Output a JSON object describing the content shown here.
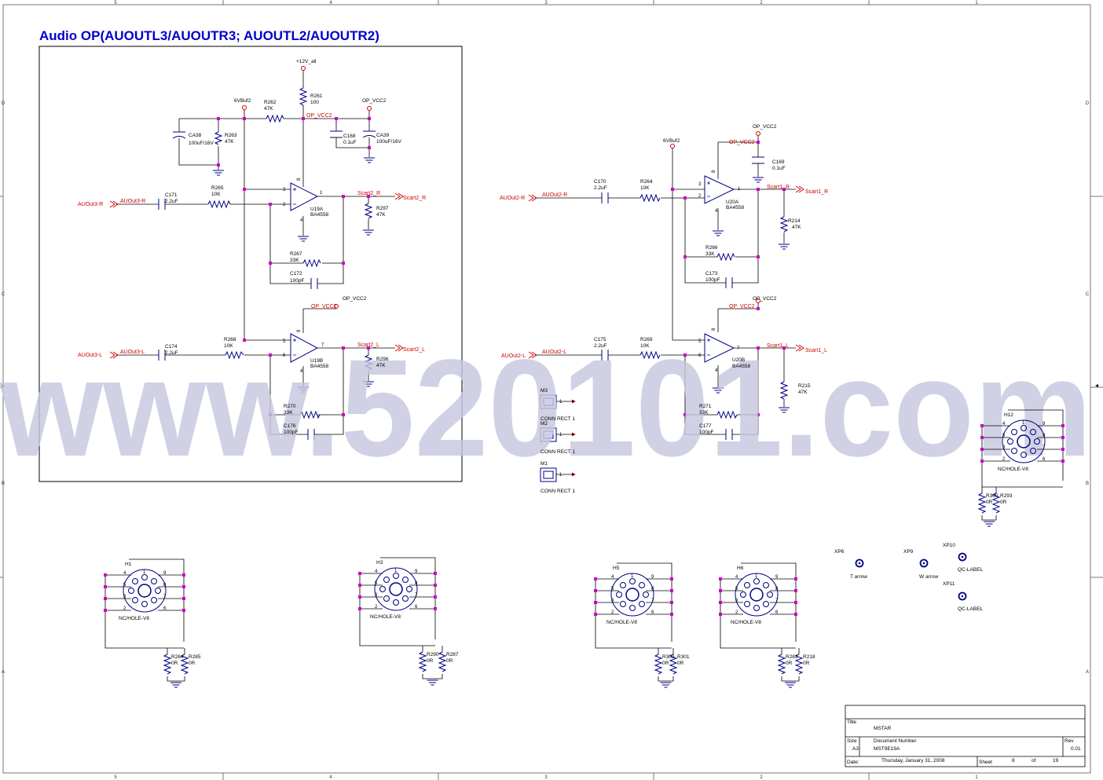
{
  "title": "Audio OP(AUOUTL3/AUOUTR3; AUOUTL2/AUOUTR2)",
  "watermark": "www.520101.com",
  "colors": {
    "wire": "#000000",
    "net": "#cc0000",
    "part": "#000080",
    "dot": "#cc00cc",
    "pin": "#b8860b",
    "watermark": "#c8c8e0"
  },
  "border": {
    "col_labels": [
      "5",
      "4",
      "3",
      "2",
      "1"
    ],
    "row_labels": [
      "D",
      "C",
      "B",
      "A"
    ]
  },
  "power": {
    "v12": "+12V_all",
    "vbuf1": "6VBuf2",
    "vbuf2": "6VBuf2",
    "vcc_a": "OP_VCC2",
    "vcc_b": "OP_VCC2",
    "vcc_c": "OP_VCC2",
    "vcc_d": "OP_VCC2"
  },
  "nets": {
    "op_vcc2": "OP_VCC2",
    "auout3r": "AUOut3-R",
    "auout3l": "AUOut3-L",
    "auout2r": "AUOut2-R",
    "auout2l": "AUOut2-L",
    "scart2r": "Scart2_R",
    "scart2l": "Scart2_L",
    "scart1r": "Scart1_R",
    "scart1l": "Scart1_L"
  },
  "parts": {
    "r261": {
      "ref": "R261",
      "val": "100"
    },
    "r262": {
      "ref": "R262",
      "val": "47K"
    },
    "r263": {
      "ref": "R263",
      "val": "47K"
    },
    "ca38": {
      "ref": "CA38",
      "val": "100uF/16V"
    },
    "c168": {
      "ref": "C168",
      "val": "0.1uF"
    },
    "ca39": {
      "ref": "CA39",
      "val": "100uF/16V"
    },
    "c171": {
      "ref": "C171",
      "val": "2.2uF"
    },
    "r265": {
      "ref": "R265",
      "val": "10K"
    },
    "u19a": {
      "ref": "U19A",
      "val": "BA4558"
    },
    "r297": {
      "ref": "R297",
      "val": "47K"
    },
    "r267": {
      "ref": "R267",
      "val": "33K"
    },
    "c172": {
      "ref": "C172",
      "val": "100pF"
    },
    "c174": {
      "ref": "C174",
      "val": "2.2uF"
    },
    "r268": {
      "ref": "R268",
      "val": "10K"
    },
    "u19b": {
      "ref": "U19B",
      "val": "BA4558"
    },
    "r296": {
      "ref": "R296",
      "val": "47K"
    },
    "r270": {
      "ref": "R270",
      "val": "33K"
    },
    "c176": {
      "ref": "C176",
      "val": "100pF"
    },
    "c170": {
      "ref": "C170",
      "val": "2.2uF"
    },
    "r264": {
      "ref": "R264",
      "val": "10K"
    },
    "u20a": {
      "ref": "U20A",
      "val": "BA4558"
    },
    "c169": {
      "ref": "C169",
      "val": "0.1uF"
    },
    "r214": {
      "ref": "R214",
      "val": "47K"
    },
    "r266": {
      "ref": "R266",
      "val": "33K"
    },
    "c173": {
      "ref": "C173",
      "val": "100pF"
    },
    "c175": {
      "ref": "C175",
      "val": "2.2uF"
    },
    "r269": {
      "ref": "R269",
      "val": "10K"
    },
    "u20b": {
      "ref": "U20B",
      "val": "BA4558"
    },
    "r215": {
      "ref": "R215",
      "val": "47K"
    },
    "r271": {
      "ref": "R271",
      "val": "33K"
    },
    "c177": {
      "ref": "C177",
      "val": "100pF"
    }
  },
  "pins": {
    "p1": "1",
    "p2": "2",
    "p3": "3",
    "p4": "4",
    "p5": "5",
    "p6": "6",
    "p7": "7",
    "p8": "8",
    "p9": "9"
  },
  "connectors": [
    {
      "ref": "M3",
      "val": "CONN RECT 1",
      "pin": "1"
    },
    {
      "ref": "M2",
      "val": "CONN RECT 1",
      "pin": "1"
    },
    {
      "ref": "M1",
      "val": "CONN RECT 1",
      "pin": "1"
    }
  ],
  "holes": [
    {
      "ref": "H12",
      "val": "NC/HOLE-V8",
      "ra": "R300",
      "rb": "R293",
      "va": "0R",
      "vb": "0R"
    },
    {
      "ref": "H1",
      "val": "NC/HOLE-V8",
      "ra": "R284",
      "rb": "R285",
      "va": "0R",
      "vb": "0R"
    },
    {
      "ref": "H3",
      "val": "NC/HOLE-V8",
      "ra": "R290",
      "rb": "R287",
      "va": "0R",
      "vb": "0R"
    },
    {
      "ref": "H5",
      "val": "NC/HOLE-V8",
      "ra": "R302",
      "rb": "R301",
      "va": "0R",
      "vb": "0R"
    },
    {
      "ref": "H6",
      "val": "NC/HOLE-V8",
      "ra": "R283",
      "rb": "R218",
      "va": "0R",
      "vb": "0R"
    }
  ],
  "testpoints": [
    {
      "ref": "XP6",
      "val": "T arrow"
    },
    {
      "ref": "XP9",
      "val": "W arrow"
    },
    {
      "ref": "XP10",
      "val": "QC-LABEL"
    },
    {
      "ref": "XP11",
      "val": "QC-LABEL"
    }
  ],
  "titleblock": {
    "title_lbl": "Title",
    "title": "MSTAR",
    "size_lbl": "Size",
    "size": "A3",
    "doc_lbl": "Document Number",
    "doc": "MST9E19A",
    "rev_lbl": "Rev",
    "rev": "0.01",
    "date_lbl": "Date:",
    "date": "Thursday, January 31, 2008",
    "sheet_lbl": "Sheet",
    "sheet": "8",
    "of_lbl": "of",
    "of": "19"
  }
}
